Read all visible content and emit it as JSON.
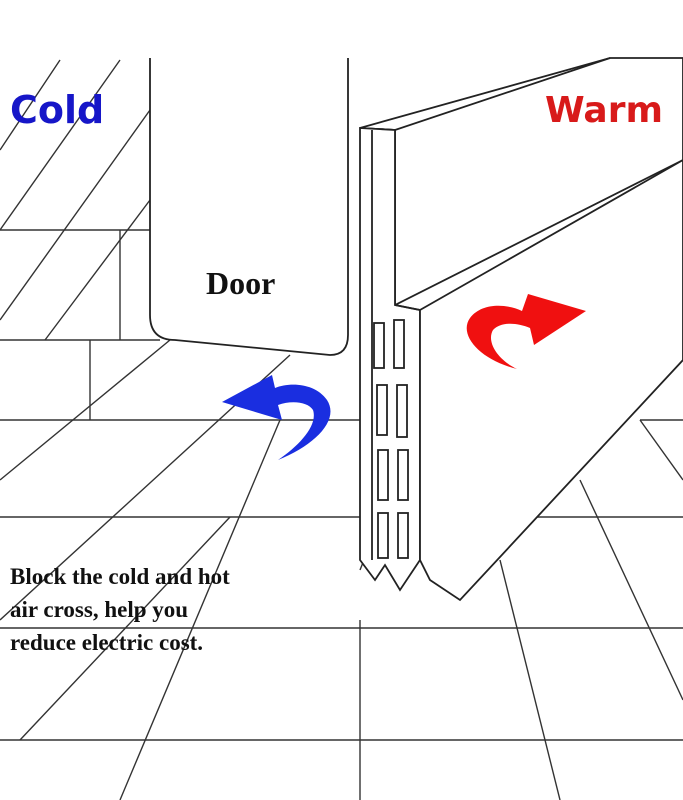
{
  "labels": {
    "cold": "Cold",
    "warm": "Warm",
    "door": "Door"
  },
  "caption": "Block the cold and hot air cross, help you reduce electric cost.",
  "colors": {
    "cold": "#1616c8",
    "warm": "#d81a1a",
    "cold_arrow": "#1a2ee0",
    "warm_arrow": "#f01010",
    "line": "#222222"
  },
  "icons": {
    "cold_arrow": "curved-arrow-left-icon",
    "warm_arrow": "curved-arrow-right-icon"
  }
}
